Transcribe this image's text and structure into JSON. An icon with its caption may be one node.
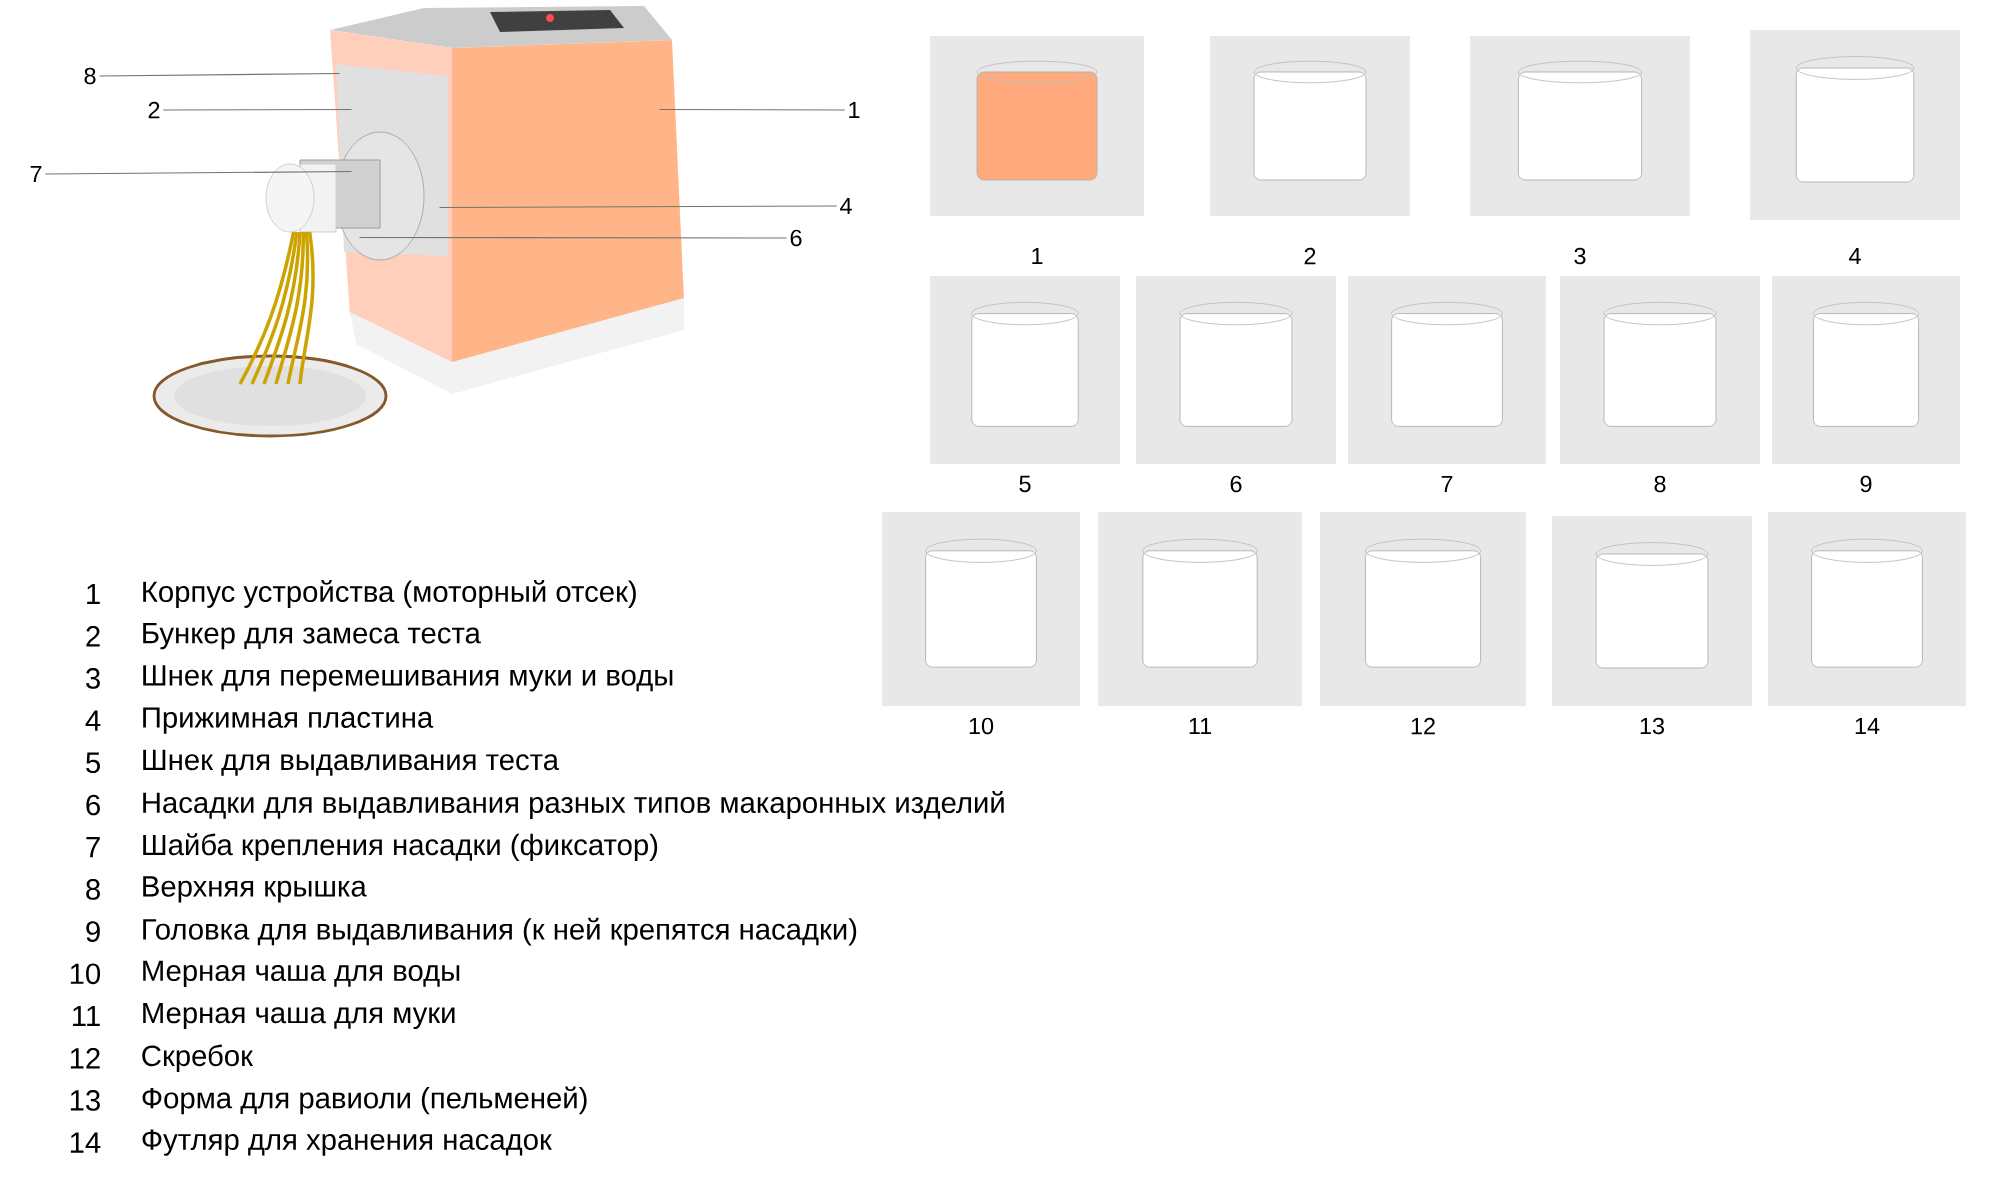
{
  "diagram": {
    "nodes": [
      {
        "text": [],
        "shape": "picture"
      },
      {
        "text": [
          "8"
        ]
      },
      {
        "text": [
          "2"
        ]
      },
      {
        "text": [
          "1"
        ]
      },
      {
        "text": [
          "7"
        ]
      },
      {
        "text": [
          "4"
        ]
      },
      {
        "text": [
          "6"
        ]
      }
    ],
    "edges": [
      {
        "from": 1,
        "to": 0,
        "arrow": "none"
      },
      {
        "from": 2,
        "to": 0,
        "arrow": "none"
      },
      {
        "from": 3,
        "to": 0,
        "arrow": "none"
      },
      {
        "from": 4,
        "to": 0,
        "arrow": "none"
      },
      {
        "from": 5,
        "to": 0,
        "arrow": "none"
      },
      {
        "from": 6,
        "to": 0,
        "arrow": "none"
      }
    ],
    "labels": [
      "1",
      "2",
      "3",
      "4",
      "5",
      "6",
      "7",
      "8",
      "9",
      "10",
      "11",
      "12",
      "13",
      "14",
      "1",
      "Корпус устройства (моторный отсек)",
      "2",
      "Бункер для замеса теста",
      "3",
      "Шнек для перемешивания муки и воды",
      "4",
      "Прижимная пластина",
      "5",
      "Шнек для выдавливания теста",
      "6",
      "Насадки для выдавливания разных типов макаронных изделий",
      "7",
      "Шайба крепления насадки (фиксатор)",
      "8",
      "Верхняя крышка",
      "9",
      "Головка для выдавливания (к ней крепятся насадки)",
      "10",
      "Мерная чаша для воды",
      "11",
      "Мерная чаша для муки",
      "12",
      "Скребок",
      "13",
      "Форма для равиоли (пельменей)",
      "14",
      "Футляр для хранения насадок"
    ]
  }
}
